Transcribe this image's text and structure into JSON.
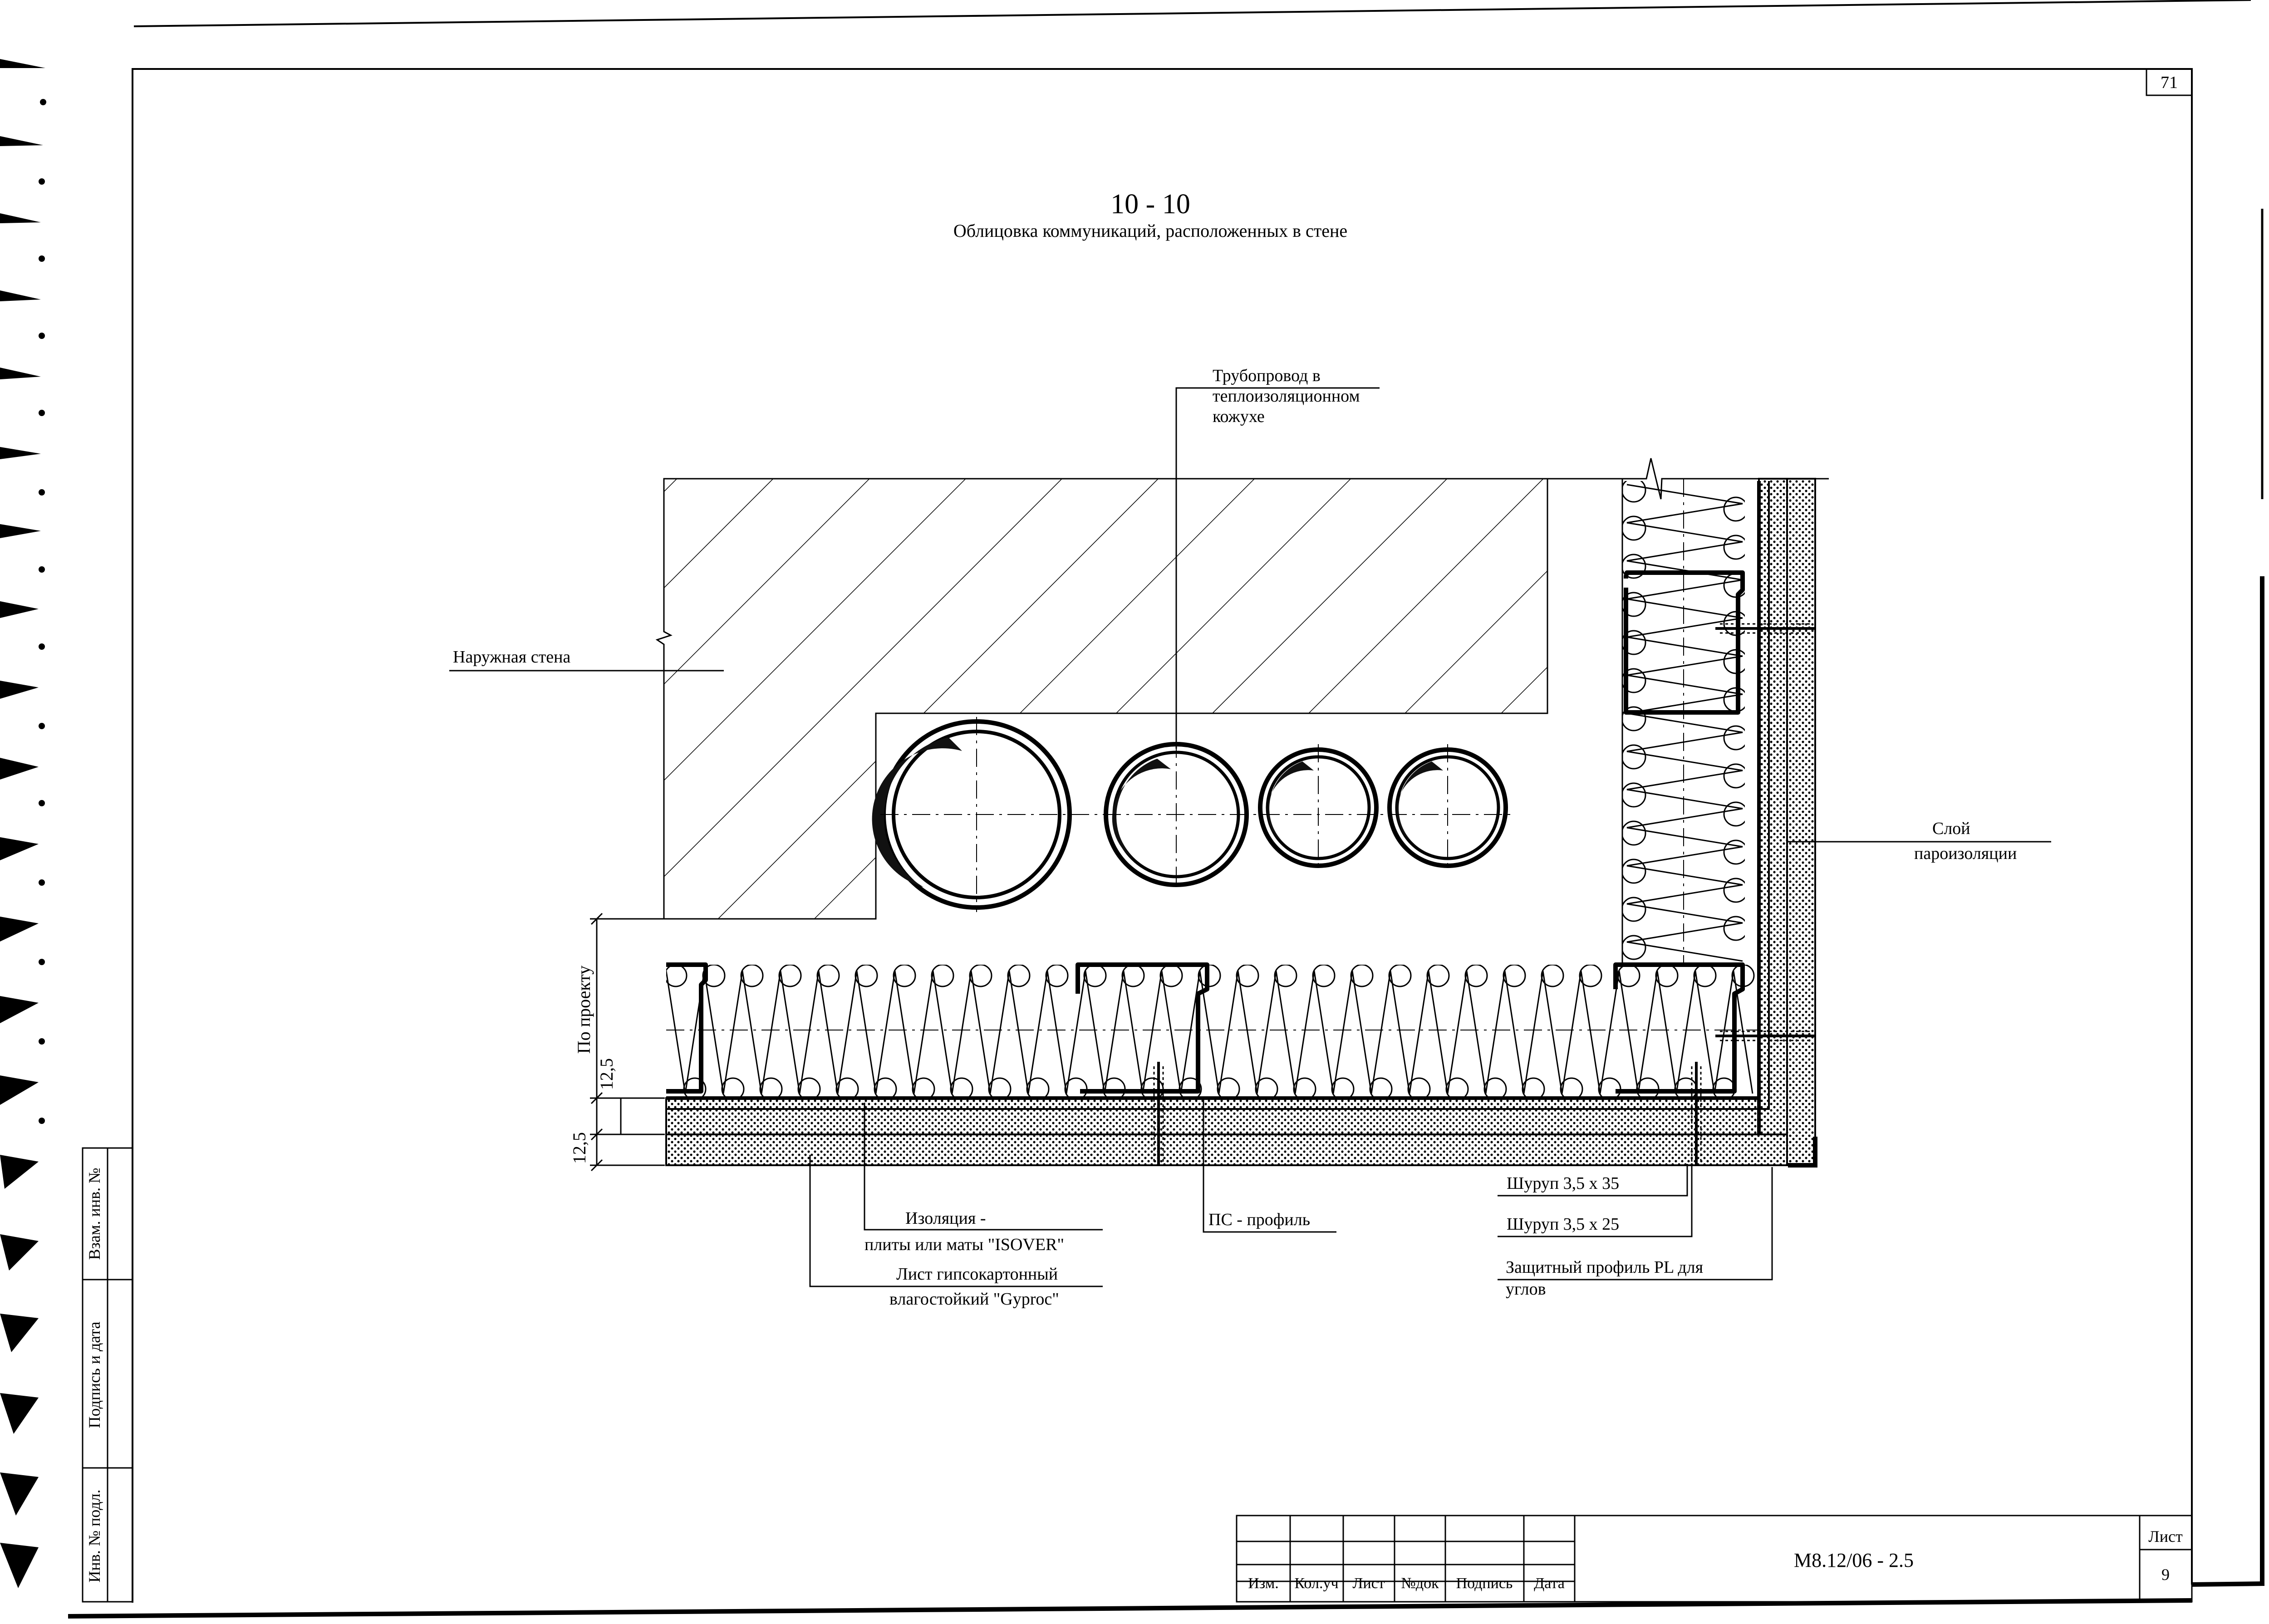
{
  "sheet_number_top": "71",
  "title": {
    "section": "10 - 10",
    "subtitle": "Облицовка коммуникаций, расположенных  в стене"
  },
  "callouts": {
    "pipeline_line1": "Трубопровод в",
    "pipeline_line2": "теплоизоляционном",
    "pipeline_line3": "кожухе",
    "outer_wall": "Наружная стена",
    "vapor_line1": "Слой",
    "vapor_line2": "пароизоляции",
    "insulation_line1": "Изоляция -",
    "insulation_line2": "плиты или маты  \"ISOVER\"",
    "gypsum_line1": "Лист гипсокартонный",
    "gypsum_line2": "влагостойкий \"Gyproc\"",
    "profile_ps": "ПС - профиль",
    "screw_35": "Шуруп 3,5 х 35",
    "screw_25": "Шуруп 3,5 х 25",
    "pl_profile_line1": "Защитный профиль PL для",
    "pl_profile_line2": "углов"
  },
  "dimensions": {
    "by_project": "По проекту",
    "dim_inner": "12,5",
    "dim_outer": "12,5"
  },
  "side_stamp": {
    "inv_replace": "Взам. инв. №",
    "sign_date": "Подпись и дата",
    "inv_original": "Инв. № подл."
  },
  "title_block": {
    "headers": [
      "Изм.",
      "Кол.уч",
      "Лист",
      "№док",
      "Подпись",
      "Дата"
    ],
    "document_code": "М8.12/06 - 2.5",
    "sheet_label": "Лист",
    "sheet_value": "9"
  },
  "colors": {
    "ink": "#000000",
    "paper": "#ffffff"
  }
}
